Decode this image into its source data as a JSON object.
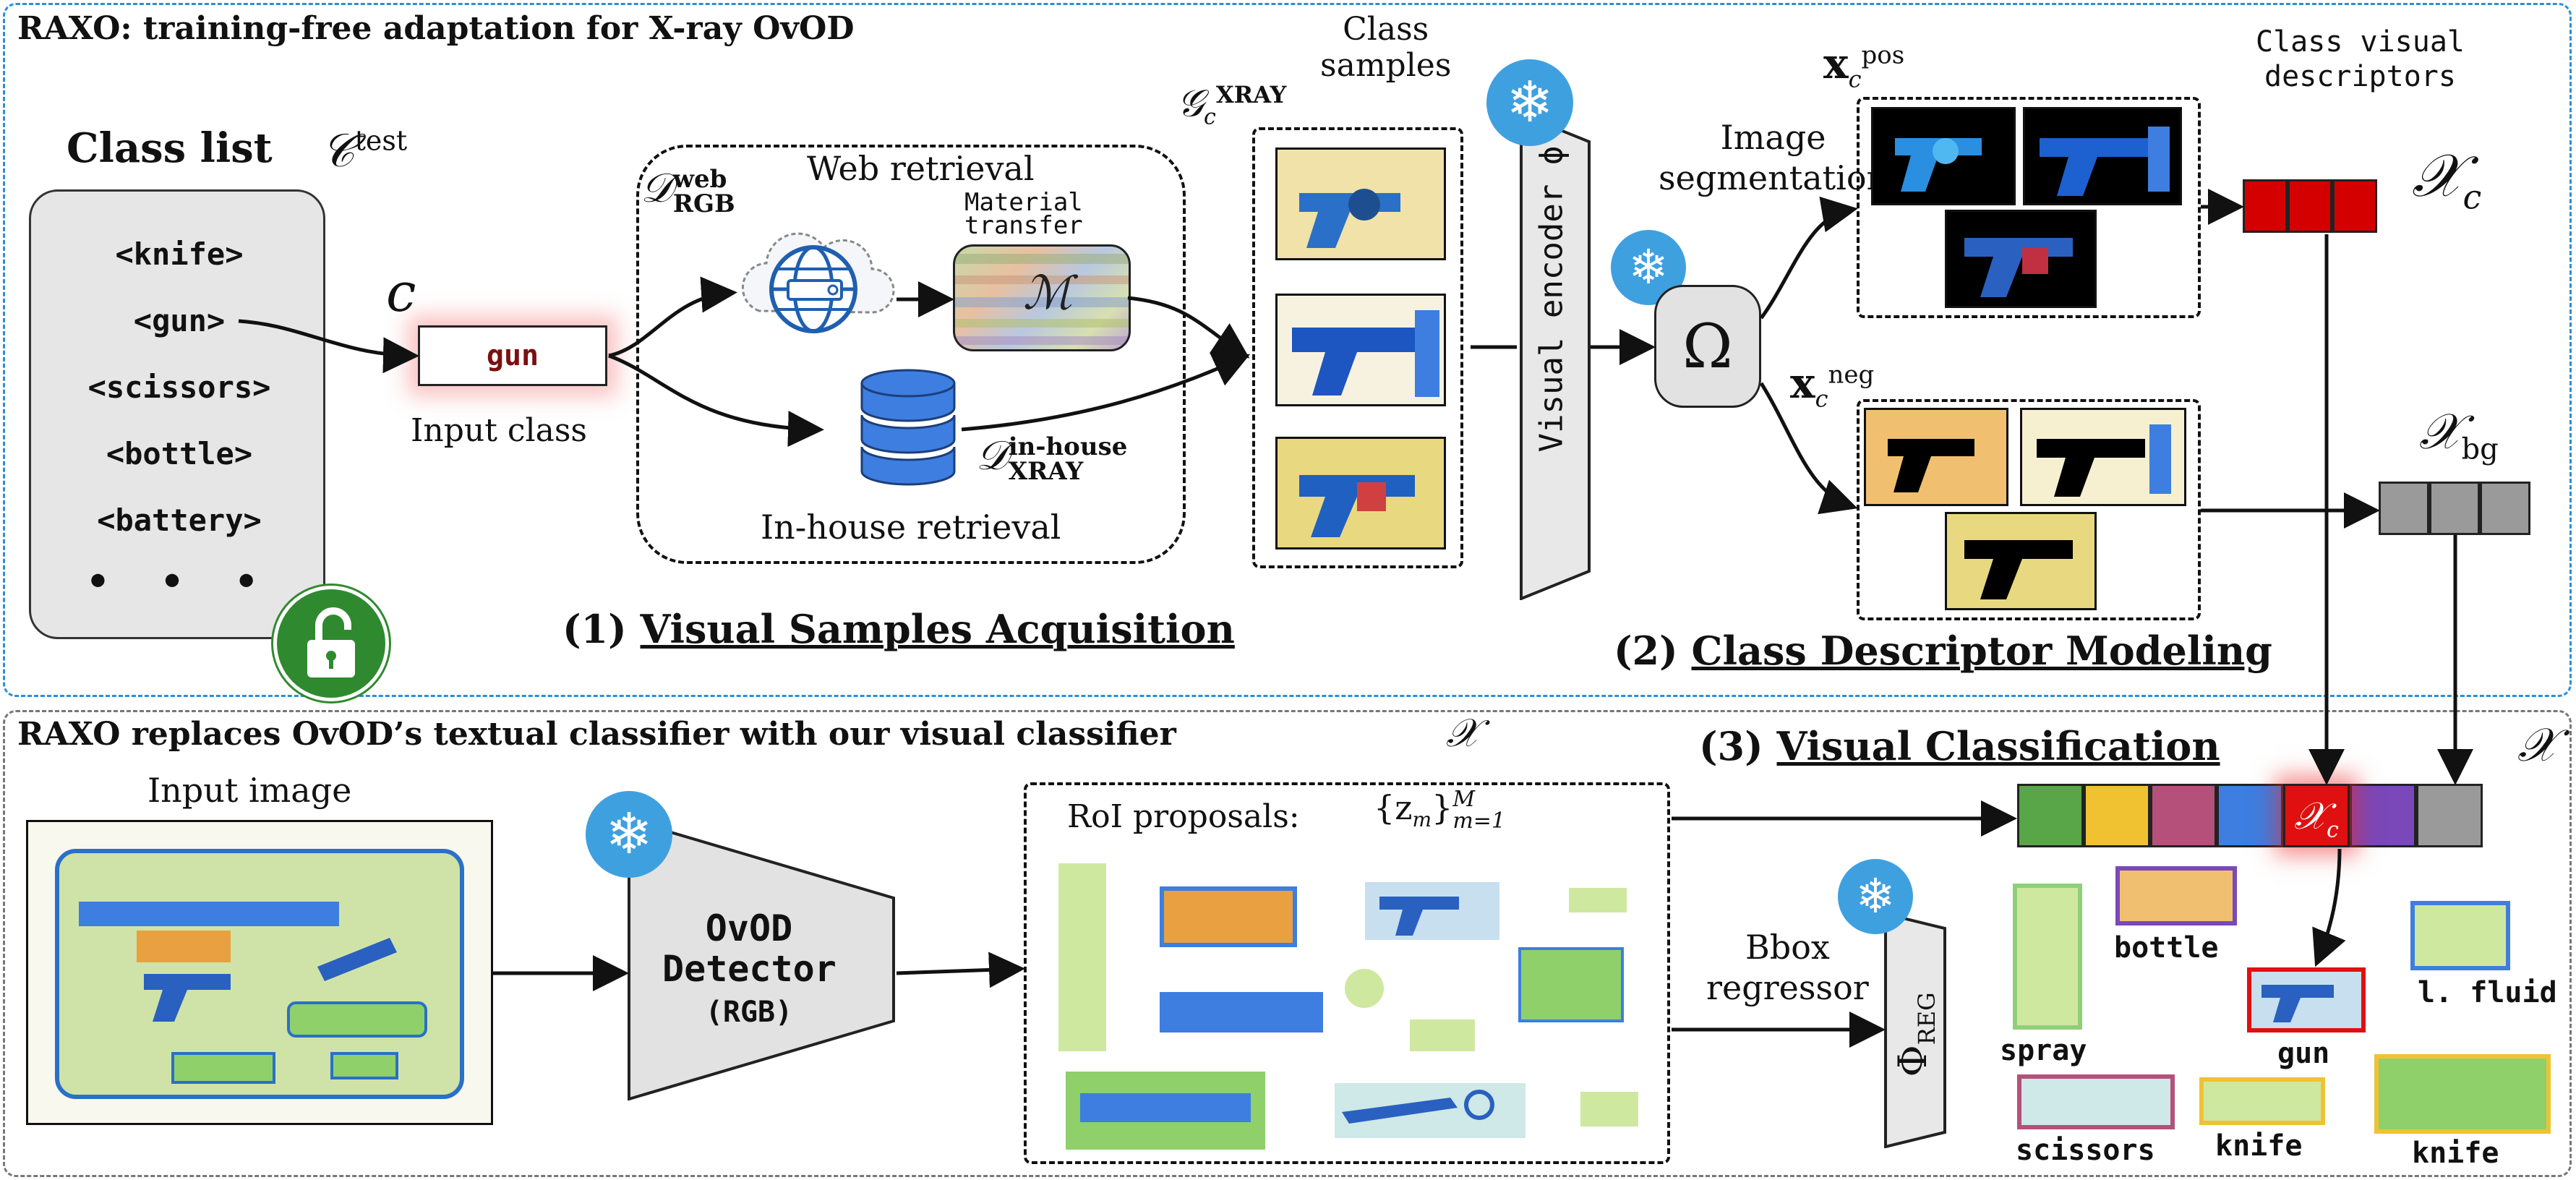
{
  "title_top": "RAXO: training-free adaptation for X-ray OvOD",
  "title_bottom": "RAXO replaces OvOD’s textual classifier with our visual classifier",
  "class_list": {
    "heading": "Class list",
    "symbol": "𝒞",
    "superscript": "test",
    "items": [
      "<knife>",
      "<gun>",
      "<scissors>",
      "<bottle>",
      "<battery>"
    ],
    "ellipsis": "• • •"
  },
  "input_class": {
    "symbol": "c",
    "value": "gun",
    "caption": "Input class"
  },
  "retrieval": {
    "web_symbol": "𝒟",
    "web_sup": "web",
    "web_sub": "RGB",
    "web_label": "Web retrieval",
    "material_label_1": "Material",
    "material_label_2": "transfer",
    "material_symbol": "ℳ",
    "inhouse_symbol": "𝒟",
    "inhouse_sup": "in-house",
    "inhouse_sub": "XRAY",
    "inhouse_label": "In-house retrieval"
  },
  "samples": {
    "heading_1": "Class",
    "heading_2": "samples",
    "symbol": "𝒢",
    "sub": "c",
    "sup": "XRAY"
  },
  "encoder": {
    "label": "Visual encoder ϕ"
  },
  "segmentation": {
    "label_1": "Image",
    "label_2": "segmentation",
    "omega": "Ω",
    "pos_symbol": "x",
    "pos_sub": "c",
    "pos_sup": "pos",
    "neg_symbol": "x",
    "neg_sub": "c",
    "neg_sup": "neg"
  },
  "descriptors": {
    "heading_1": "Class visual",
    "heading_2": "descriptors",
    "class_symbol": "𝒳",
    "class_sub": "c",
    "bg_symbol": "𝒳",
    "bg_sub": "bg",
    "class_color": "#d40000",
    "bg_color": "#9a9a9a"
  },
  "steps": {
    "step1_num": "(1)",
    "step1": "Visual Samples Acquisition",
    "step2_num": "(2)",
    "step2": "Class Descriptor Modeling",
    "step3_num": "(3)",
    "step3": "Visual Classification"
  },
  "bottom": {
    "classifier_symbol": "𝒳",
    "input_image_label": "Input image",
    "detector_1": "OvOD",
    "detector_2": "Detector",
    "detector_3": "(RGB)",
    "roi_label": "RoI proposals:",
    "roi_math": "{z",
    "roi_sub": "m",
    "roi_close": "}",
    "roi_lower": "m=1",
    "roi_upper": "M",
    "bbox_1": "Bbox",
    "bbox_2": "regressor",
    "reg_label": "Φ",
    "reg_sub": "REG",
    "right_symbol": "𝒳",
    "bar_xc": "𝒳",
    "bar_xc_sub": "c",
    "bar_colors": [
      "#58a648",
      "#f0c232",
      "#b5507a",
      "#3d7ee0",
      "#e01010",
      "#7a48b8",
      "#9a9a9a"
    ]
  },
  "outputs": [
    "bottle",
    "l. fluid",
    "spray",
    "gun",
    "scissors",
    "knife",
    "knife"
  ],
  "output_colors": {
    "bottle": "#7a48b8",
    "lfluid": "#3d7ee0",
    "spray": "#8fcf7a",
    "gun": "#e01010",
    "scissors": "#b5507a",
    "knife": "#f0c232"
  }
}
